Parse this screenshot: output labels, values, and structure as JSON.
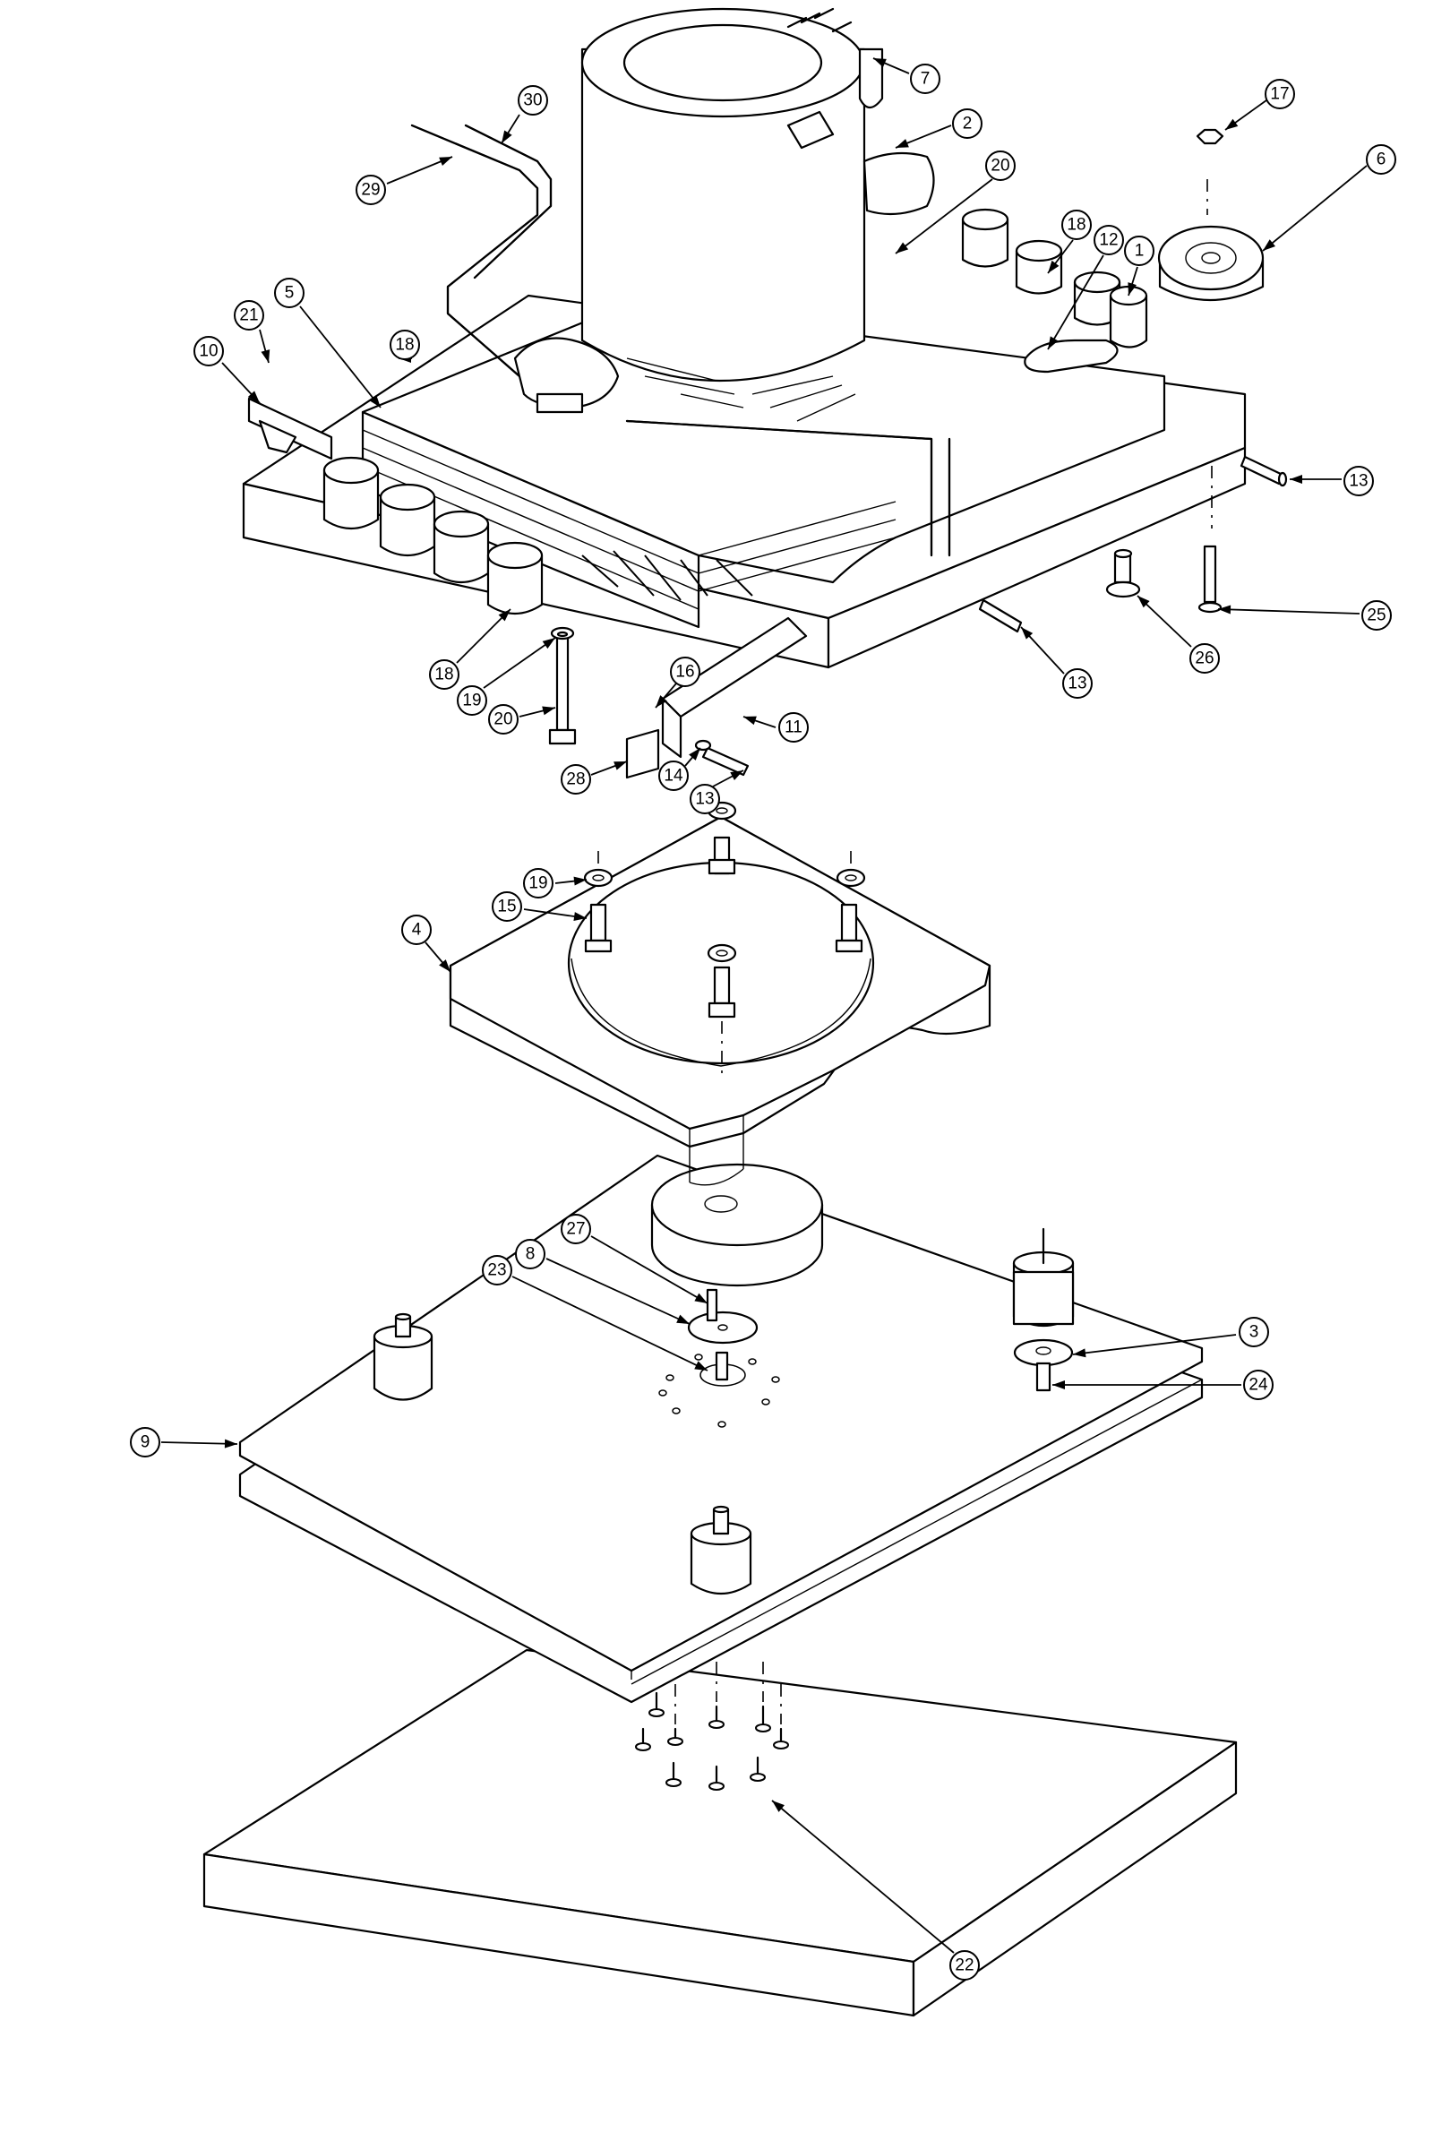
{
  "diagram": {
    "type": "exploded-parts-view",
    "callouts": [
      {
        "id": "c30",
        "label": "30"
      },
      {
        "id": "c29",
        "label": "29"
      },
      {
        "id": "c7",
        "label": "7"
      },
      {
        "id": "c2",
        "label": "2"
      },
      {
        "id": "c17",
        "label": "17"
      },
      {
        "id": "c6",
        "label": "6"
      },
      {
        "id": "c20a",
        "label": "20"
      },
      {
        "id": "c18a",
        "label": "18"
      },
      {
        "id": "c12",
        "label": "12"
      },
      {
        "id": "c1",
        "label": "1"
      },
      {
        "id": "c18b",
        "label": "18"
      },
      {
        "id": "c5",
        "label": "5"
      },
      {
        "id": "c21",
        "label": "21"
      },
      {
        "id": "c10",
        "label": "10"
      },
      {
        "id": "c13a",
        "label": "13"
      },
      {
        "id": "c25",
        "label": "25"
      },
      {
        "id": "c26",
        "label": "26"
      },
      {
        "id": "c13b",
        "label": "13"
      },
      {
        "id": "c18c",
        "label": "18"
      },
      {
        "id": "c19a",
        "label": "19"
      },
      {
        "id": "c20b",
        "label": "20"
      },
      {
        "id": "c16",
        "label": "16"
      },
      {
        "id": "c11",
        "label": "11"
      },
      {
        "id": "c28",
        "label": "28"
      },
      {
        "id": "c14",
        "label": "14"
      },
      {
        "id": "c13c",
        "label": "13"
      },
      {
        "id": "c19b",
        "label": "19"
      },
      {
        "id": "c15",
        "label": "15"
      },
      {
        "id": "c4",
        "label": "4"
      },
      {
        "id": "c27",
        "label": "27"
      },
      {
        "id": "c8",
        "label": "8"
      },
      {
        "id": "c23",
        "label": "23"
      },
      {
        "id": "c3",
        "label": "3"
      },
      {
        "id": "c24",
        "label": "24"
      },
      {
        "id": "c9",
        "label": "9"
      },
      {
        "id": "c22",
        "label": "22"
      }
    ]
  }
}
